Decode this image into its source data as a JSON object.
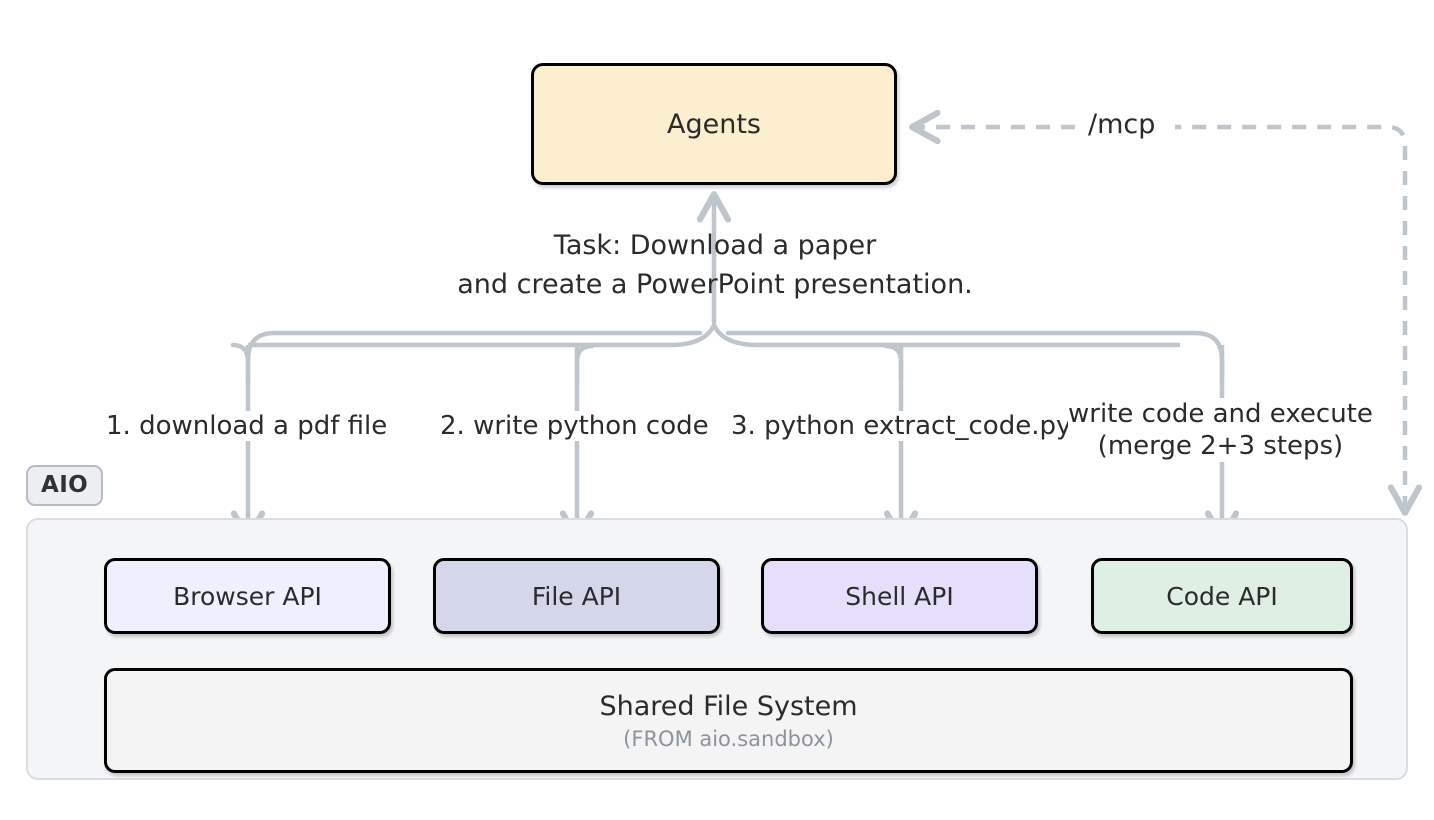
{
  "diagram": {
    "title_node": {
      "label": "Agents",
      "fill": "#fcefcf"
    },
    "mcp": {
      "label": "/mcp"
    },
    "task": {
      "line1": "Task: Download a paper",
      "line2": "and create a PowerPoint presentation."
    },
    "steps": [
      {
        "label": "1. download a pdf file"
      },
      {
        "label": "2. write python code"
      },
      {
        "label": "3. python extract_code.py"
      },
      {
        "label_line1": "write code and execute",
        "label_line2": "(merge 2+3 steps)"
      }
    ],
    "aio": {
      "badge": "AIO",
      "fill": "#f4f5f7",
      "border": "#d9dde3"
    },
    "apis": [
      {
        "label": "Browser API",
        "fill": "#eef1fd"
      },
      {
        "label": "File API",
        "fill": "#d4d7ea"
      },
      {
        "label": "Shell API",
        "fill": "#e6dffb"
      },
      {
        "label": "Code API",
        "fill": "#ddf0e3"
      }
    ],
    "shared_file_system": {
      "title": "Shared File System",
      "subtitle": "(FROM aio.sandbox)"
    },
    "colors": {
      "connector": "#bfc5cd",
      "node_border": "#000000",
      "text": "#2b2b2b",
      "muted_text": "#8d939c",
      "background": "#ffffff"
    }
  }
}
